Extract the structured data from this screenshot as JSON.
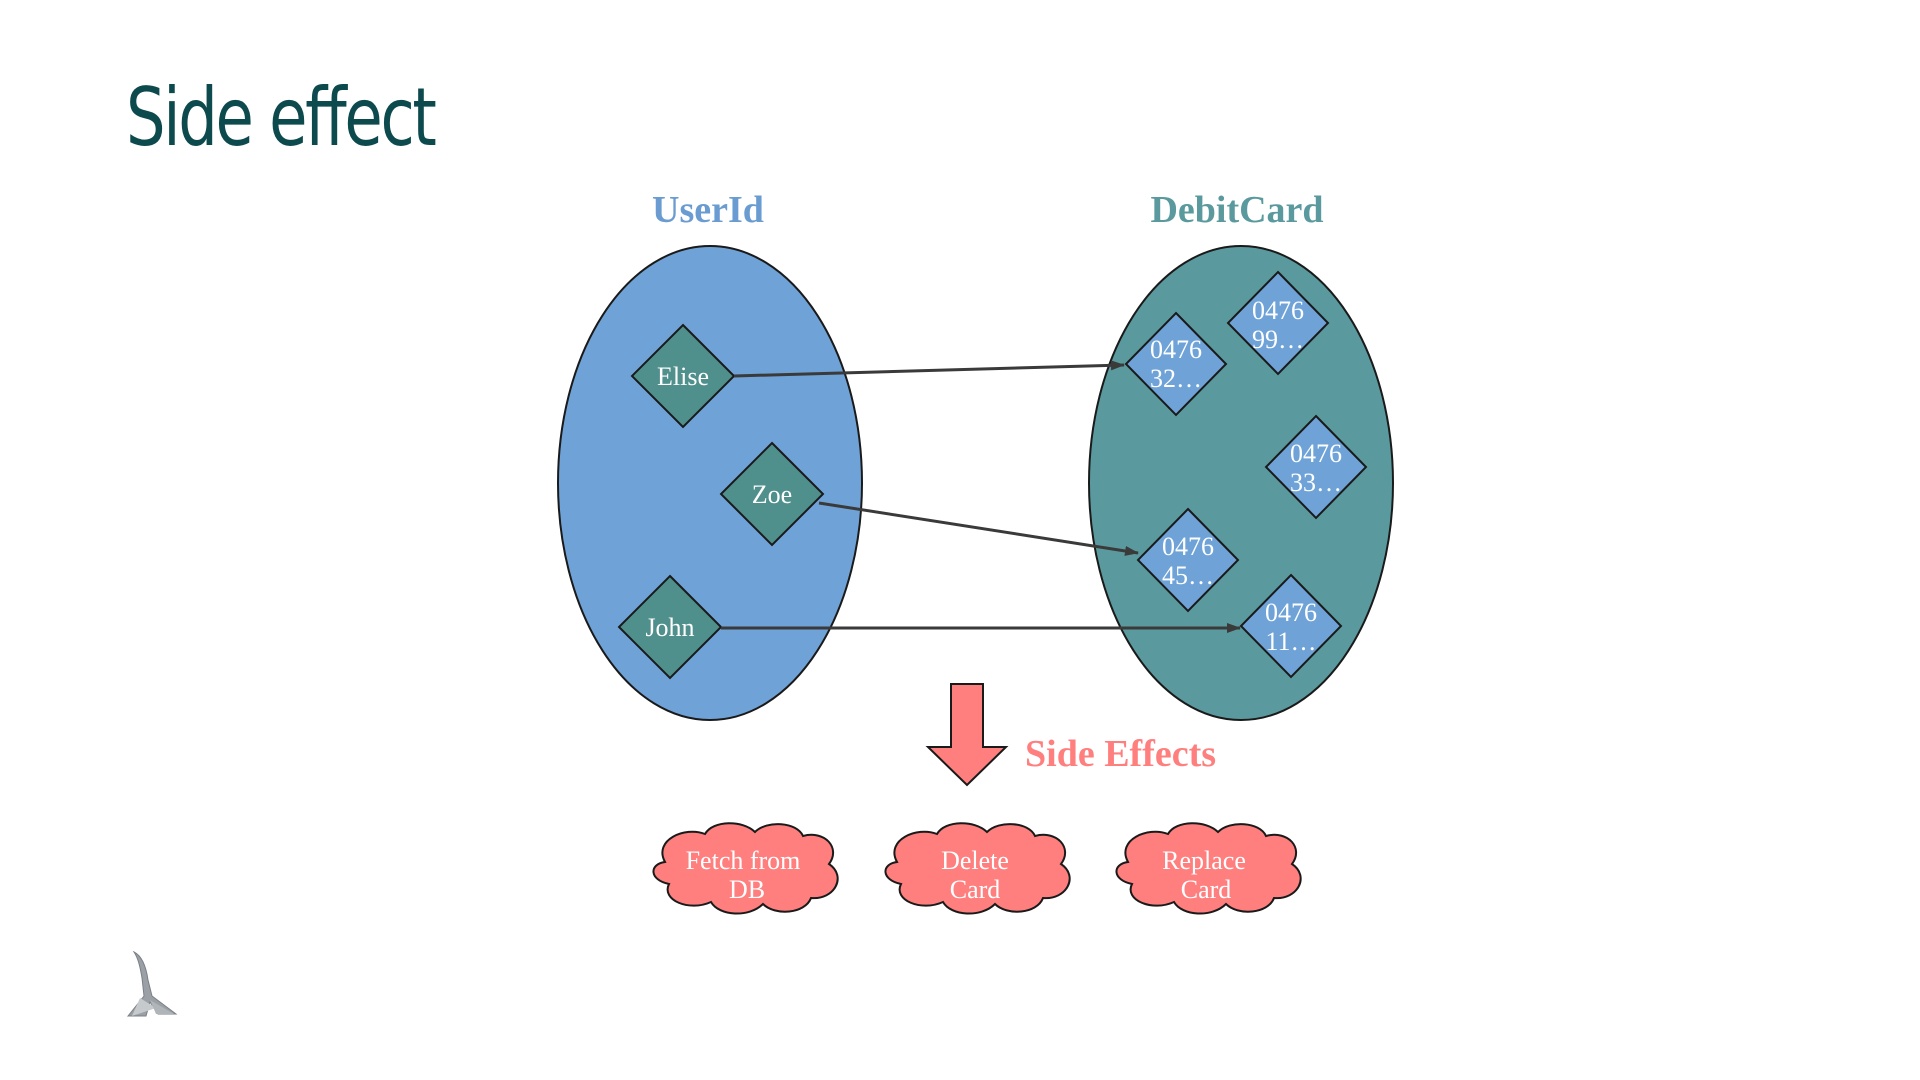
{
  "slide": {
    "title": "Side effect"
  },
  "colors": {
    "title": "#0d4a4d",
    "userid_set": "#6fa3d8",
    "userid_label": "#6a9bd1",
    "debitcard_set": "#5a9a9e",
    "debitcard_label": "#5a9a9e",
    "user_node": "#4f8f8c",
    "card_node": "#6fa3d8",
    "side_effect": "#ff7f7f",
    "arrow": "#3a3a3a"
  },
  "diagram": {
    "userid_label": "UserId",
    "debitcard_label": "DebitCard",
    "users": [
      {
        "name": "Elise"
      },
      {
        "name": "Zoe"
      },
      {
        "name": "John"
      }
    ],
    "cards": [
      {
        "line1": "0476",
        "line2": "99…"
      },
      {
        "line1": "0476",
        "line2": "32…"
      },
      {
        "line1": "0476",
        "line2": "33…"
      },
      {
        "line1": "0476",
        "line2": "45…"
      },
      {
        "line1": "0476",
        "line2": "11…"
      }
    ],
    "mappings": [
      {
        "from": "Elise",
        "to": "0476 32…"
      },
      {
        "from": "Zoe",
        "to": "0476 45…"
      },
      {
        "from": "John",
        "to": "0476 11…"
      }
    ],
    "side_effects_label": "Side Effects",
    "side_effects": [
      {
        "line1": "Fetch from",
        "line2": "DB"
      },
      {
        "line1": "Delete",
        "line2": "Card"
      },
      {
        "line1": "Replace",
        "line2": "Card"
      }
    ]
  },
  "footer": {
    "logo_icon": "crane-logo-icon"
  }
}
